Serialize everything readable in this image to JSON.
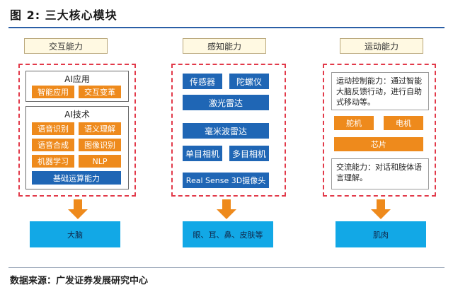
{
  "title": "图 2:  三大核心模块",
  "source": "数据来源：广发证券发展研究中心",
  "columns": {
    "interaction": {
      "header": "交互能力",
      "ai_app": {
        "label": "AI应用",
        "items": [
          "智能应用",
          "交互变革"
        ]
      },
      "ai_tech": {
        "label": "AI技术",
        "items": [
          "语音识别",
          "语义理解",
          "语音合成",
          "图像识别",
          "机器学习",
          "NLP"
        ],
        "base": "基础运算能力"
      },
      "result": "大脑"
    },
    "perception": {
      "header": "感知能力",
      "items": [
        "传感器",
        "陀螺仪",
        "激光雷达",
        "毫米波雷达",
        "单目相机",
        "多目相机",
        "Real Sense 3D摄像头"
      ],
      "result": "眼、耳、鼻、皮肤等"
    },
    "motion": {
      "header": "运动能力",
      "control_note": "运动控制能力：通过智能大脑反馈行动，进行自助式移动等。",
      "items": [
        "舵机",
        "电机",
        "芯片"
      ],
      "communication_note": "交流能力：对话和肢体语言理解。",
      "result": "肌肉"
    }
  },
  "colors": {
    "accent_orange": "#ee8a1c",
    "accent_blue": "#1f66b5",
    "dash_red": "#e23a4a",
    "result_cyan": "#12a8e6"
  }
}
